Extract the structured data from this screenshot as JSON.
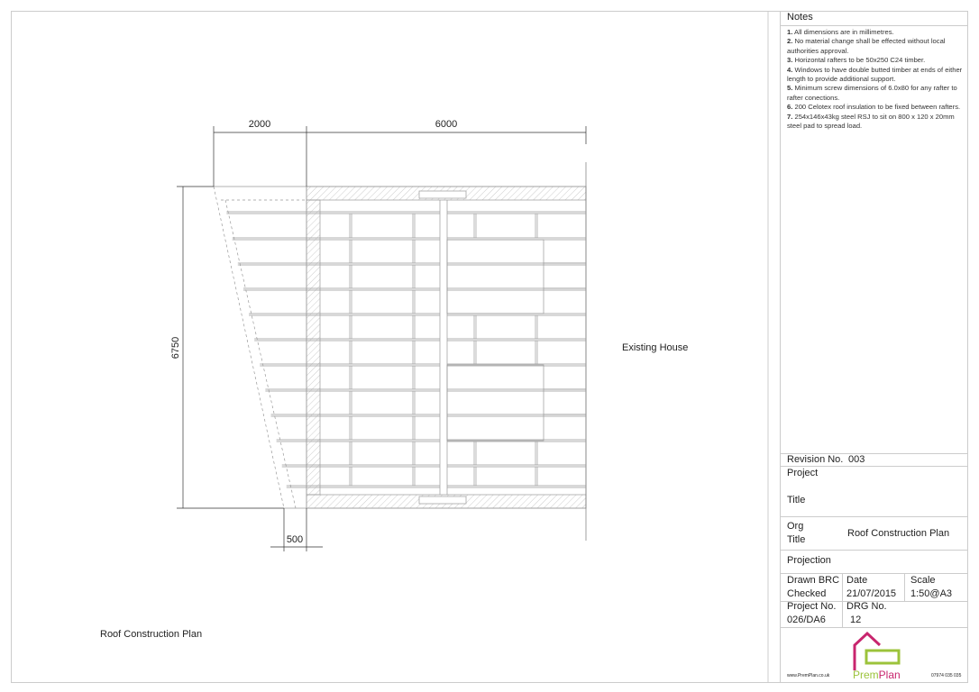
{
  "drawing": {
    "dimensions": {
      "top_left": "2000",
      "top_main": "6000",
      "left": "6750",
      "bottom": "500"
    },
    "label_existing_house": "Existing House",
    "caption": "Roof Construction Plan"
  },
  "notes": {
    "title": "Notes",
    "items": [
      {
        "num": "1.",
        "text": "All dimensions are in millimetres."
      },
      {
        "num": "2.",
        "text": "No material change shall be effected without local authorities approval."
      },
      {
        "num": "3.",
        "text": "Horizontal rafters to be 50x250 C24 timber."
      },
      {
        "num": "4.",
        "text": "Windows to have double butted timber at ends of either length to provide additional support."
      },
      {
        "num": "5.",
        "text": "Minimum screw dimensions of 6.0x80 for any rafter to rafter conections."
      },
      {
        "num": "6.",
        "text": "200 Celotex roof insulation to be fixed between rafters."
      },
      {
        "num": "7.",
        "text": "254x146x43kg steel RSJ to sit on 800 x 120 x 20mm steel pad to spread load."
      }
    ]
  },
  "title_block": {
    "revision_label": "Revision No.",
    "revision_value": "003",
    "project_label": "Project",
    "title_label": "Title",
    "org_label": "Org",
    "org_title_label": "Title",
    "drawing_title": "Roof Construction Plan",
    "projection_label": "Projection",
    "drawn_label": "Drawn BRC",
    "checked_label": "Checked",
    "date_label": "Date",
    "date_value": "21/07/2015",
    "scale_label": "Scale",
    "scale_value": "1:50@A3",
    "project_no_label": "Project No.",
    "project_no_value": "026/DA6",
    "drg_no_label": "DRG No.",
    "drg_no_value": "12",
    "website": "www.PremPlan.co.uk",
    "phone": "07974 035 035",
    "logo_text_1": "Prem",
    "logo_text_2": "Plan",
    "colors": {
      "logo_magenta": "#c8256e",
      "logo_green": "#9cc33b"
    }
  }
}
